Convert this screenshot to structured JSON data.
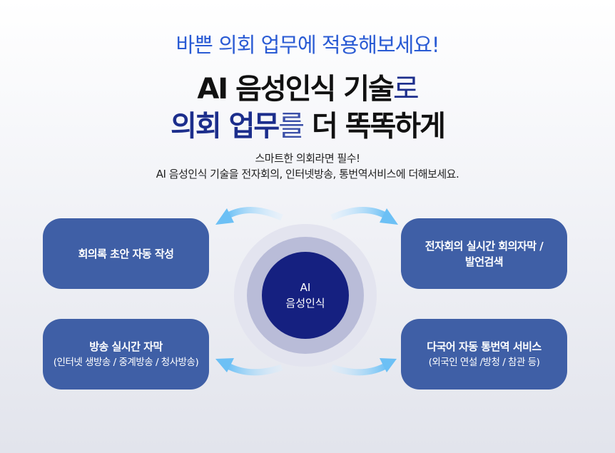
{
  "header": {
    "line1": "바쁜 의회 업무에 적용해보세요!",
    "line2_black": "AI 음성인식 기술",
    "line2_navy": "로",
    "line3_navy": "의회 업무",
    "line3_navy_light": "를",
    "line3_black": " 더 똑똑하게",
    "sub1": "스마트한 의회라면 필수!",
    "sub2": "AI 음성인식 기술을 전자회의, 인터넷방송, 통번역서비스에 더해보세요."
  },
  "center": {
    "line1": "AI",
    "line2": "음성인식"
  },
  "boxes": [
    {
      "title": "회의록 초안 자동 작성"
    },
    {
      "title": "전자회의 실시간 회의자막 /",
      "title2": "발언검색"
    },
    {
      "title": "방송 실시간 자막",
      "detail": "(인터넷 생방송 / 중계방송 / 청사방송)"
    },
    {
      "title": "다국어 자동 통번역 서비스",
      "detail": "(외국인 연설 /방청 / 참관 등)"
    }
  ],
  "colors": {
    "box": "#3f5fa6",
    "core": "#152080",
    "accent": "#2a5bd4",
    "arrow": "#7fc9f5"
  }
}
